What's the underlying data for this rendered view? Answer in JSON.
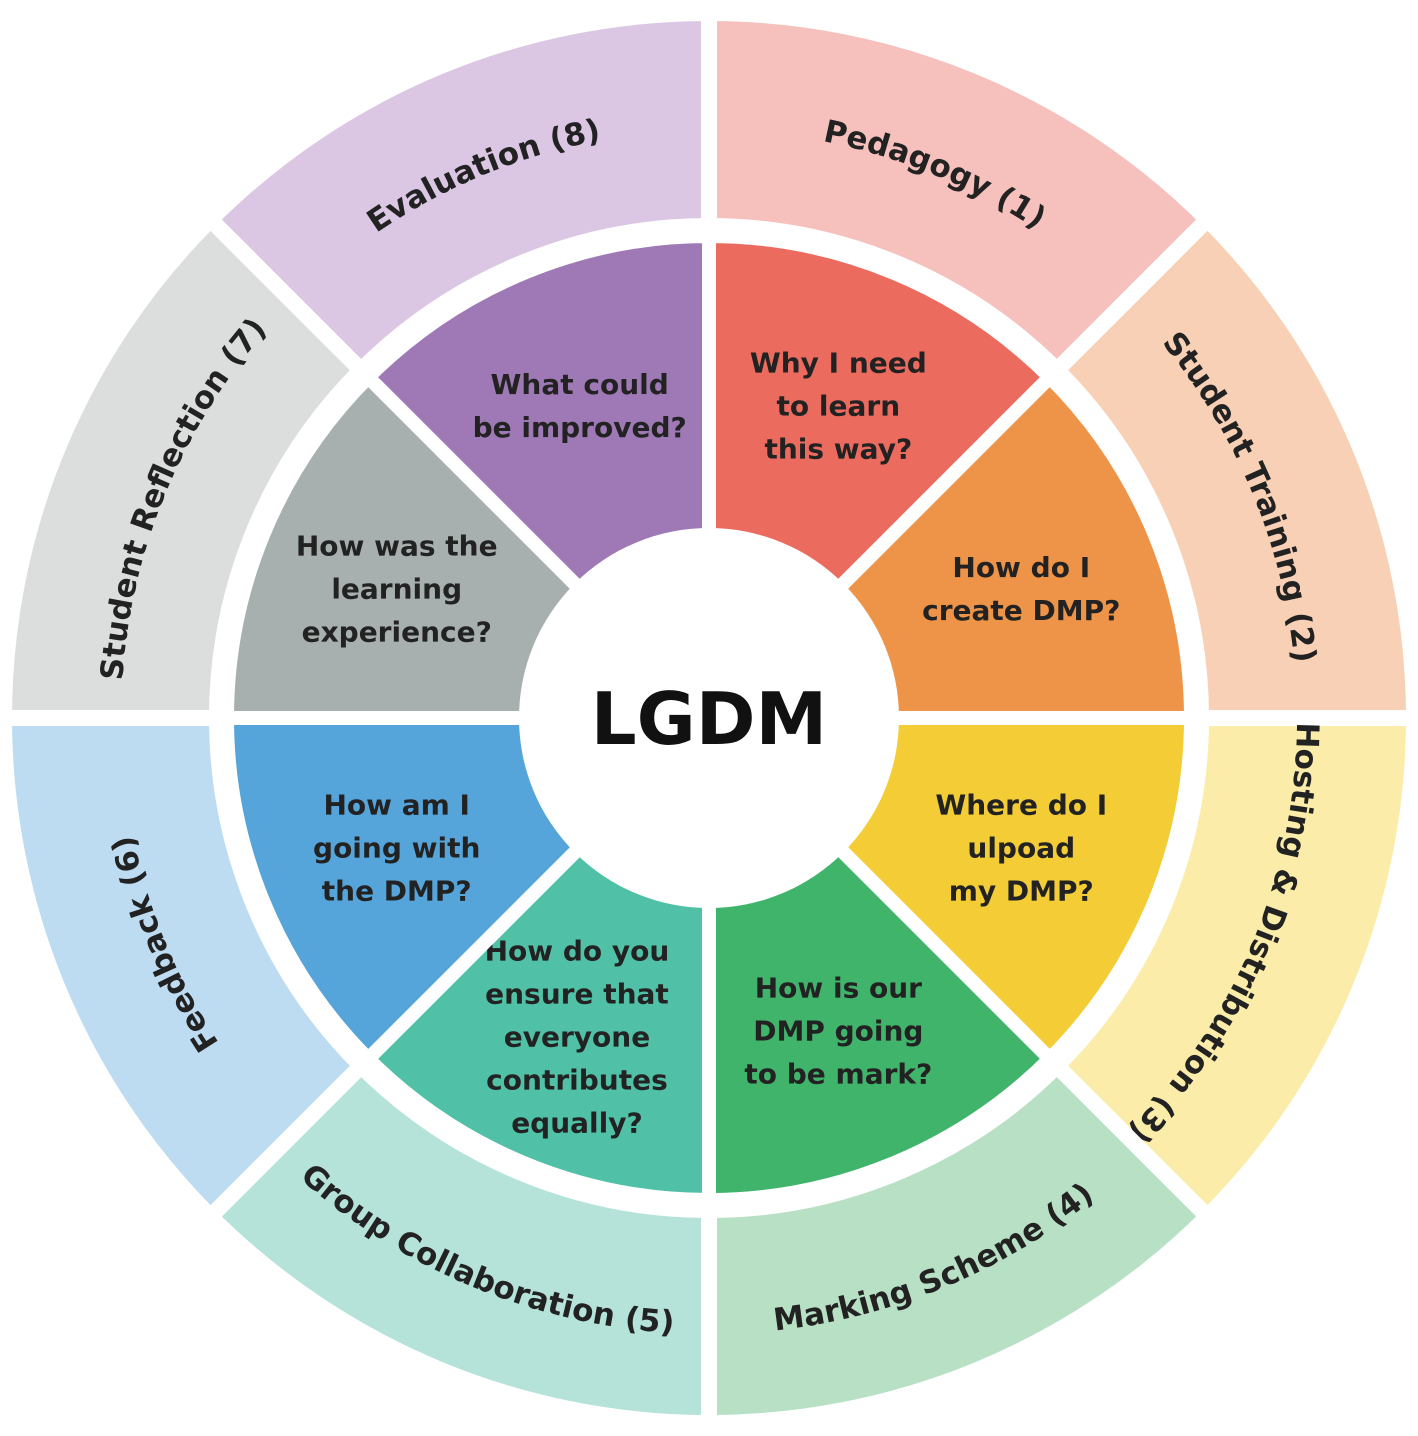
{
  "center": {
    "label": "LGDM"
  },
  "sectors": [
    {
      "outer": "Pedagogy (1)",
      "outer_color": "#f6c1bd",
      "inner": [
        "Why I need",
        "to learn",
        "this way?"
      ],
      "inner_color": "#ec6b5f",
      "outer_dir": "cw"
    },
    {
      "outer": "Student Training (2)",
      "outer_color": "#f8d0b5",
      "inner": [
        "How do I",
        "create DMP?"
      ],
      "inner_color": "#ee9449",
      "outer_dir": "cw"
    },
    {
      "outer": "Hosting & Distribution (3)",
      "outer_color": "#fbeda9",
      "inner": [
        "Where do I",
        "ulpoad",
        "my DMP?"
      ],
      "inner_color": "#f3cc36",
      "outer_dir": "cw"
    },
    {
      "outer": "Marking Scheme (4)",
      "outer_color": "#b7e0c5",
      "inner": [
        "How is our",
        "DMP going",
        "to be mark?"
      ],
      "inner_color": "#41b46b",
      "outer_dir": "ccw"
    },
    {
      "outer": "Group Collaboration (5)",
      "outer_color": "#b5e3d9",
      "inner": [
        "How do you",
        "ensure that",
        "everyone",
        "contributes",
        "equally?"
      ],
      "inner_color": "#50c1a6",
      "outer_dir": "ccw"
    },
    {
      "outer": "Feedback (6)",
      "outer_color": "#bddcf2",
      "inner": [
        "How am I",
        "going with",
        "the DMP?"
      ],
      "inner_color": "#56a5da",
      "outer_dir": "cw"
    },
    {
      "outer": "Student Reflection (7)",
      "outer_color": "#dcdddd",
      "inner": [
        "How was the",
        "learning",
        "experience?"
      ],
      "inner_color": "#a7afaf",
      "outer_dir": "cw"
    },
    {
      "outer": "Evaluation (8)",
      "outer_color": "#dbc7e3",
      "inner": [
        "What could",
        "be improved?"
      ],
      "inner_color": "#9f79b6",
      "outer_dir": "cw"
    }
  ]
}
